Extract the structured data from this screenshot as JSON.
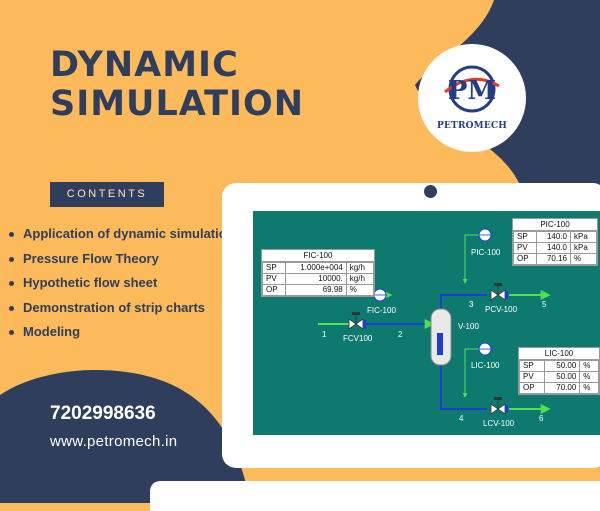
{
  "title": {
    "line1": "DYNAMIC",
    "line2": "SIMULATION"
  },
  "logo": {
    "mark": "PM",
    "brand": "PETROMECH"
  },
  "contents_label": "CONTENTS",
  "topics": [
    "Application of dynamic simulation",
    "Pressure Flow Theory",
    "Hypothetic flow sheet",
    "Demonstration of strip charts",
    "Modeling"
  ],
  "contact": {
    "phone": "7202998636",
    "website": "www.petromech.in"
  },
  "colors": {
    "background": "#fcba5b",
    "navy": "#2f3e5c",
    "screen": "#0e7a6f",
    "stream": "#4de34d",
    "valve_blue": "#1e3ccf"
  },
  "pfd": {
    "streams": [
      "1",
      "2",
      "3",
      "4",
      "5",
      "6"
    ],
    "labels": {
      "fcv": "FCV100",
      "fic": "FIC-100",
      "pic": "PIC-100",
      "pcv": "PCV-100",
      "vessel": "V-100",
      "lic": "LIC-100",
      "lcv": "LCV-100"
    },
    "fic": {
      "title": "FIC-100",
      "rows": [
        {
          "k": "SP",
          "v": "1.000e+004",
          "u": "kg/h"
        },
        {
          "k": "PV",
          "v": "10000.",
          "u": "kg/h"
        },
        {
          "k": "OP",
          "v": "69.98",
          "u": "%"
        }
      ]
    },
    "pic": {
      "title": "PIC-100",
      "rows": [
        {
          "k": "SP",
          "v": "140.0",
          "u": "kPa"
        },
        {
          "k": "PV",
          "v": "140.0",
          "u": "kPa"
        },
        {
          "k": "OP",
          "v": "70.16",
          "u": "%"
        }
      ]
    },
    "lic": {
      "title": "LIC-100",
      "rows": [
        {
          "k": "SP",
          "v": "50.00",
          "u": "%"
        },
        {
          "k": "PV",
          "v": "50.00",
          "u": "%"
        },
        {
          "k": "OP",
          "v": "70.00",
          "u": "%"
        }
      ]
    }
  }
}
